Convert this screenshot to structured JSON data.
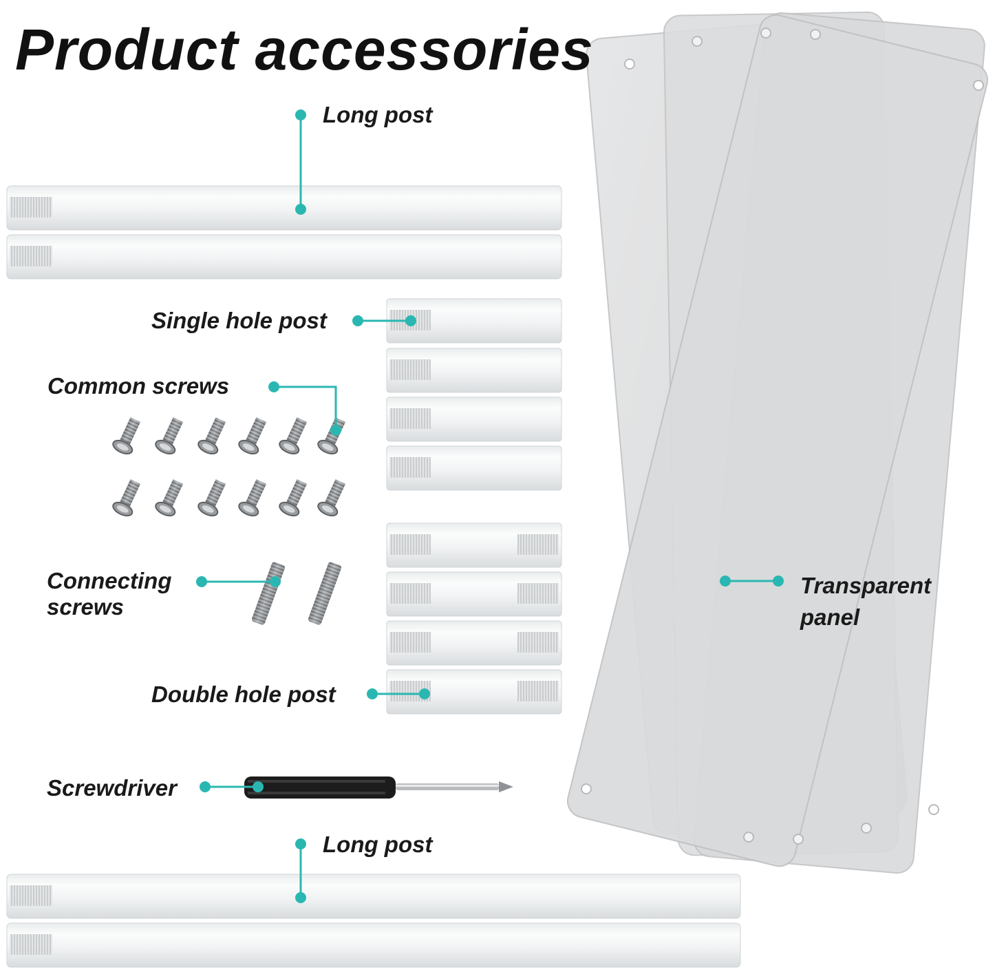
{
  "title": "Product accessories",
  "accent_color": "#2bb7b1",
  "labels": {
    "long_post_top": "Long post",
    "single_hole_post": "Single hole post",
    "common_screws": "Common screws",
    "connecting_screws": "Connecting screws",
    "double_hole_post": "Double hole post",
    "screwdriver": "Screwdriver",
    "long_post_bottom": "Long post",
    "transparent_panel": "Transparent panel"
  }
}
